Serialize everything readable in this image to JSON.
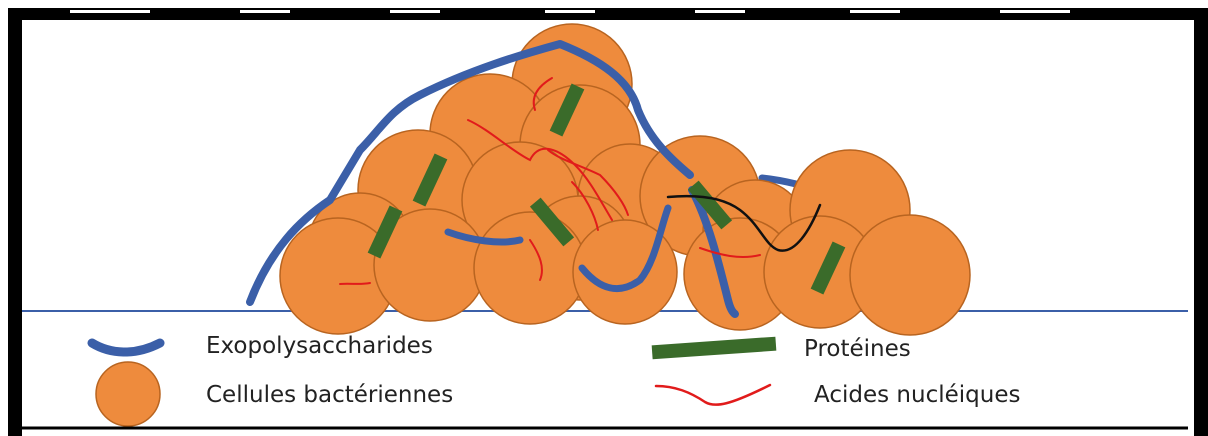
{
  "colors": {
    "exopolysaccharide": "#3b5fa8",
    "cell_fill": "#ee8b3d",
    "cell_stroke": "#b86420",
    "protein": "#3a6b2a",
    "nucleic_acid": "#e11b1b",
    "baseline": "#3b5fa8",
    "frame": "#000000",
    "dna_black": "#111111"
  },
  "legend": {
    "exopolysaccharides": "Exopolysaccharides",
    "proteins": "Protéines",
    "bacterial_cells": "Cellules bactériennes",
    "nucleic_acids": "Acides nucléiques"
  },
  "icons": {
    "exopolysaccharide": "blue-curved-line-icon",
    "protein": "green-bar-icon",
    "bacterial_cell": "orange-circle-icon",
    "nucleic_acid": "red-squiggle-icon"
  }
}
